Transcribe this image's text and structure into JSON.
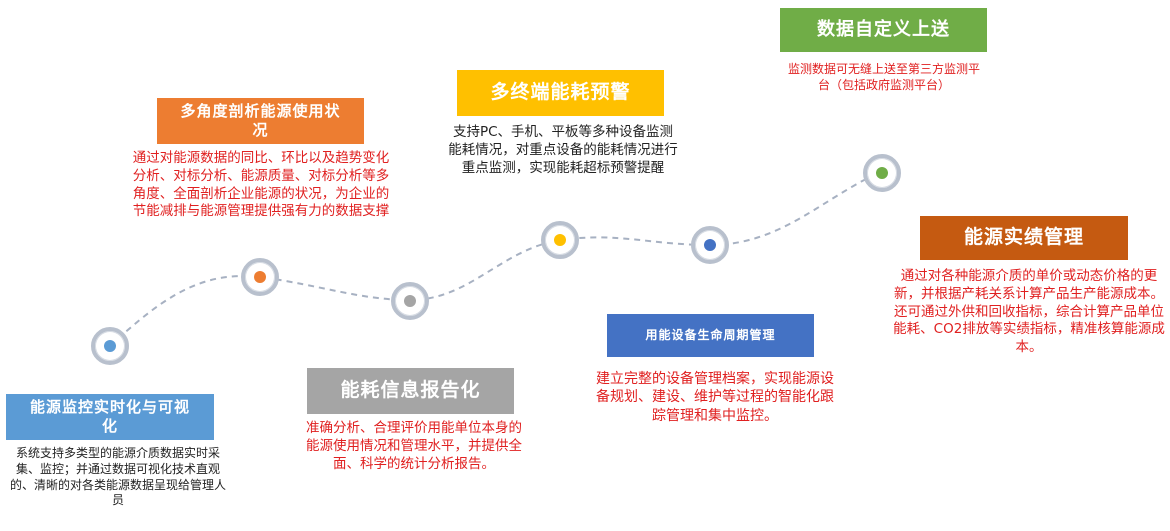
{
  "colors": {
    "blue": "#5b9bd5",
    "orange": "#ed7d31",
    "gray": "#a5a5a5",
    "yellow": "#ffc000",
    "navy": "#4472c4",
    "green": "#70ad47",
    "path": "#a7b1c2",
    "desc_red": "#e02020"
  },
  "items": [
    {
      "title": "能源监控实时化与可视化",
      "desc": "系统支持多类型的能源介质数据实时采集、监控；并通过数据可视化技术直观的、清晰的对各类能源数据呈现给管理人员"
    },
    {
      "title": "多角度剖析能源使用状况",
      "desc": "通过对能源数据的同比、环比以及趋势变化分析、对标分析、能源质量、对标分析等多角度、全面剖析企业能源的状况，为企业的节能减排与能源管理提供强有力的数据支撑"
    },
    {
      "title": "能耗信息报告化",
      "desc": "准确分析、合理评价用能单位本身的能源使用情况和管理水平，并提供全面、科学的统计分析报告。"
    },
    {
      "title": "多终端能耗预警",
      "desc": "支持PC、手机、平板等多种设备监测能耗情况，对重点设备的能耗情况进行重点监测，实现能耗超标预警提醒"
    },
    {
      "title": "用能设备生命周期管理",
      "desc": "建立完整的设备管理档案，实现能源设备规划、建设、维护等过程的智能化跟踪管理和集中监控。"
    },
    {
      "title": "数据自定义上送",
      "desc": "监测数据可无缝上送至第三方监测平台（包括政府监测平台）"
    },
    {
      "title": "能源实绩管理",
      "desc": "通过对各种能源介质的单价或动态价格的更新，并根据产耗关系计算产品生产能源成本。还可通过外供和回收指标，综合计算产品单位能耗、CO2排放等实绩指标，精准核算能源成本。"
    }
  ]
}
